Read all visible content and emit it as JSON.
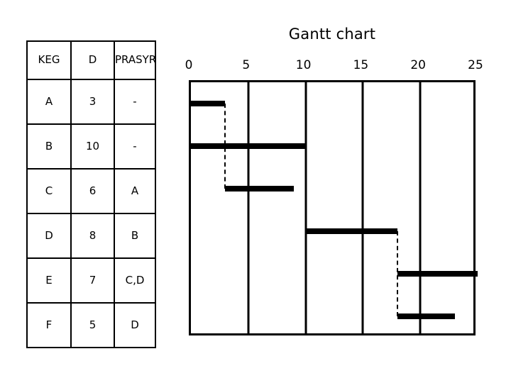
{
  "table": {
    "headers": [
      "KEG",
      "D",
      "PRASYR"
    ],
    "rows": [
      {
        "activity": "A",
        "duration": "3",
        "predecessor": "-"
      },
      {
        "activity": "B",
        "duration": "10",
        "predecessor": "-"
      },
      {
        "activity": "C",
        "duration": "6",
        "predecessor": "A"
      },
      {
        "activity": "D",
        "duration": "8",
        "predecessor": "B"
      },
      {
        "activity": "E",
        "duration": "7",
        "predecessor": "C,D"
      },
      {
        "activity": "F",
        "duration": "5",
        "predecessor": "D"
      }
    ]
  },
  "chart_data": {
    "type": "bar",
    "title": "Gantt chart",
    "xlabel": "",
    "ylabel": "",
    "xlim": [
      0,
      25
    ],
    "xticks": [
      0,
      5,
      10,
      15,
      20,
      25
    ],
    "xtick_labels": [
      "0",
      "5",
      "10",
      "15",
      "20",
      "25"
    ],
    "grid": true,
    "legend": "none",
    "categories": [
      "A",
      "B",
      "C",
      "D",
      "E",
      "F"
    ],
    "bars": [
      {
        "task": "A",
        "start": 0,
        "end": 3,
        "duration": 3,
        "row": 0
      },
      {
        "task": "B",
        "start": 0,
        "end": 10,
        "duration": 10,
        "row": 1
      },
      {
        "task": "C",
        "start": 3,
        "end": 9,
        "duration": 6,
        "row": 2
      },
      {
        "task": "D",
        "start": 10,
        "end": 18,
        "duration": 8,
        "row": 3
      },
      {
        "task": "E",
        "start": 18,
        "end": 25,
        "duration": 7,
        "row": 4
      },
      {
        "task": "F",
        "start": 18,
        "end": 23,
        "duration": 5,
        "row": 5
      }
    ],
    "dependency_links": [
      {
        "at": 3,
        "from_row": 0,
        "to_row": 2
      },
      {
        "at": 18,
        "from_row": 3,
        "to_row": 5
      }
    ]
  },
  "colors": {
    "bar": "#000000",
    "frame": "#000000",
    "background": "#ffffff"
  }
}
